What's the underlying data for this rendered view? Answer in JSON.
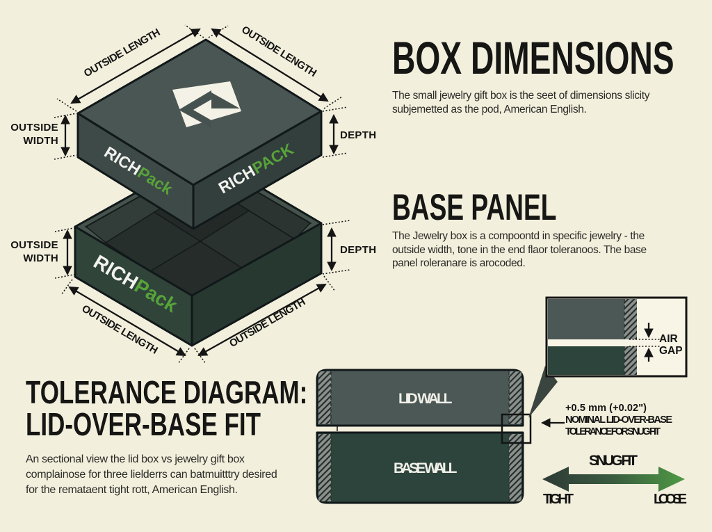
{
  "colors": {
    "background": "#f2efdc",
    "ink": "#141414",
    "body_text": "#2b2b28",
    "lid_top": "#4a5654",
    "lid_left": "#3e4a47",
    "lid_right": "#333f3c",
    "base_left": "#30443a",
    "base_right": "#273831",
    "base_rim": "#45534c",
    "interior": "#232a28",
    "lid_wall": "#4b5855",
    "base_wall": "#2c443c",
    "brand_green": "#57a33a",
    "brand_white": "#f2f2ee",
    "fit_green": "#4f9a44",
    "fit_dark": "#2e3a35",
    "hatch_bg": "#8a918c",
    "detail_bg": "#f8f5e6"
  },
  "brand": {
    "rich": "RICH",
    "pack": "Pack",
    "pack_caps": "PACK"
  },
  "iso_labels": {
    "outside_length": "OUTSIDE LENGTH",
    "outside": "OUTSIDE",
    "width": "WIDTH",
    "depth": "DEPTH"
  },
  "sections": {
    "box_dimensions": {
      "title": "BOX DIMENSIONS",
      "body_lines": [
        "The small jewelry gift box is the seet of dimensions slicity",
        "subjemetted as the pod, American English."
      ]
    },
    "base_panel": {
      "title": "BASE PANEL",
      "body_lines": [
        "The Jewelry box is a compoontd in specific jewelry - the",
        "outside width, tone in the end flaor toleranoos. The base",
        "panel roleranare is arocoded."
      ]
    },
    "tolerance": {
      "title_lines": [
        "TOLERANCE DIAGRAM:",
        "LID-OVER-BASE FIT"
      ],
      "body_lines": [
        "An sectional view the lid box vs jewelry gift box",
        "complainose for three lielderrs can batmuitttry desired",
        "for the remataent tight rott, American English."
      ]
    }
  },
  "cross_section": {
    "lid_wall": "LID WALL",
    "base_wall": "BASE WALL",
    "air_gap_line1": "AIR",
    "air_gap_line2": "GAP",
    "note_lines": [
      "+0.5 mm (+0.02\")",
      "NOMINAL LID-OVER-BASE",
      "TOLERANCE FOR SNUG FIT"
    ],
    "fit": {
      "label": "SNUG FIT",
      "tight": "TIGHT",
      "loose": "LOOSE"
    }
  }
}
